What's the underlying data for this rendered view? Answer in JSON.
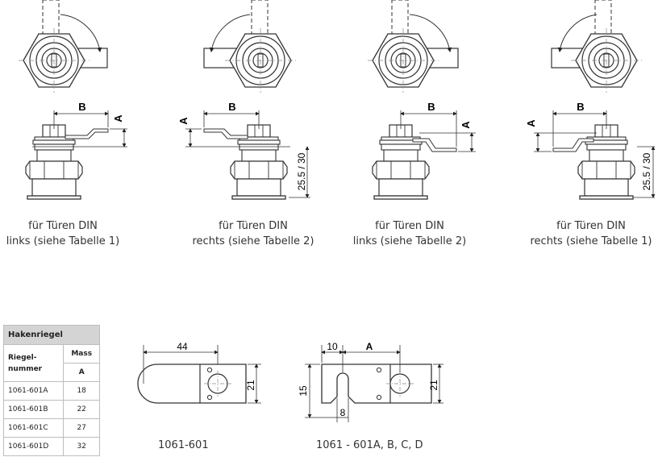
{
  "door_figures": [
    {
      "caption_line1": "für Türen DIN",
      "caption_line2": "links (siehe Tabelle 1)"
    },
    {
      "caption_line1": "für Türen DIN",
      "caption_line2": "rechts (siehe Tabelle 2)"
    },
    {
      "caption_line1": "für Türen DIN",
      "caption_line2": "links (siehe Tabelle 2)"
    },
    {
      "caption_line1": "für Türen DIN",
      "caption_line2": "rechts (siehe Tabelle 1)"
    }
  ],
  "dimension_labels": {
    "b": "B",
    "a": "A",
    "height": "25.5 / 30"
  },
  "table": {
    "title": "Hakenriegel",
    "col1_header": "Riegel-\nnummer",
    "col2_header": "Mass",
    "col2_sub": "A",
    "rows": [
      {
        "part": "1061-601A",
        "a": "18"
      },
      {
        "part": "1061-601B",
        "a": "22"
      },
      {
        "part": "1061-601C",
        "a": "27"
      },
      {
        "part": "1061-601D",
        "a": "32"
      }
    ]
  },
  "bolt_601": {
    "label": "1061-601",
    "dim_length": "44",
    "dim_height": "21"
  },
  "bolt_601abcd": {
    "label": "1061 - 601A, B, C, D",
    "dim_offset": "10",
    "dim_a": "A",
    "dim_height_left": "15",
    "dim_height_right": "21",
    "dim_slot": "8"
  }
}
